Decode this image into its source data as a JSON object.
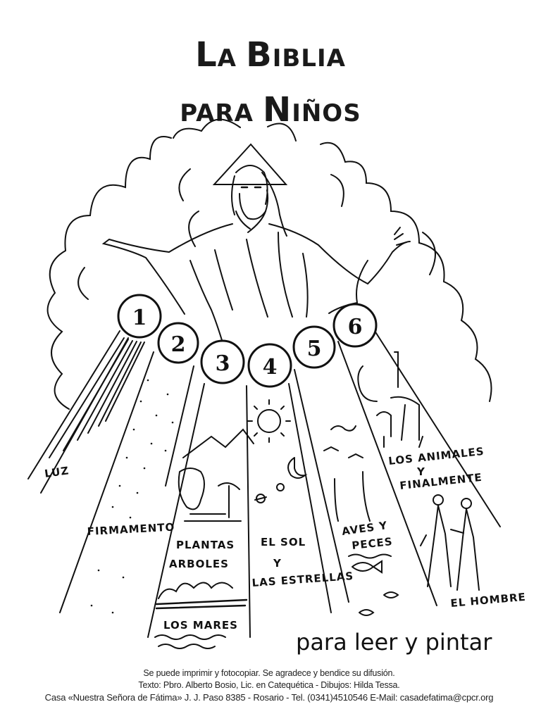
{
  "title": {
    "line1": {
      "first_cap": "L",
      "first_rest": "A",
      "second_cap": "B",
      "second_rest": "IBLIA"
    },
    "line2": {
      "first": "PARA",
      "second_cap": "N",
      "second_rest": "IÑOS"
    }
  },
  "illustration": {
    "subject": "God creating the world, arms outstretched among clouds, with six numbered rays of creation",
    "days": [
      {
        "number": "1",
        "label": "LUZ"
      },
      {
        "number": "2",
        "label": "FIRMAMENTO"
      },
      {
        "number": "3",
        "label_lines": [
          "PLANTAS",
          "ARBOLES",
          "LOS MARES"
        ]
      },
      {
        "number": "4",
        "label_lines": [
          "EL SOL",
          "Y",
          "LAS ESTRELLAS"
        ]
      },
      {
        "number": "5",
        "label_lines": [
          "AVES Y",
          "PECES"
        ]
      },
      {
        "number": "6",
        "label_lines": [
          "LOS ANIMALES",
          "Y",
          "FINALMENTE",
          "EL HOMBRE"
        ]
      }
    ]
  },
  "tagline": "para leer y pintar",
  "footer": {
    "line1": "Se puede imprimir y fotocopiar. Se agradece y bendice su difusión.",
    "line2": "Texto: Pbro. Alberto Bosio, Lic. en Catequética - Dibujos: Hilda Tessa.",
    "line3": "Casa «Nuestra Señora de Fátima» J. J. Paso 8385 - Rosario - Tel. (0341)4510546  E-Mail: casadefatima@cpcr.org"
  },
  "colors": {
    "ink": "#111111",
    "paper": "#ffffff"
  }
}
